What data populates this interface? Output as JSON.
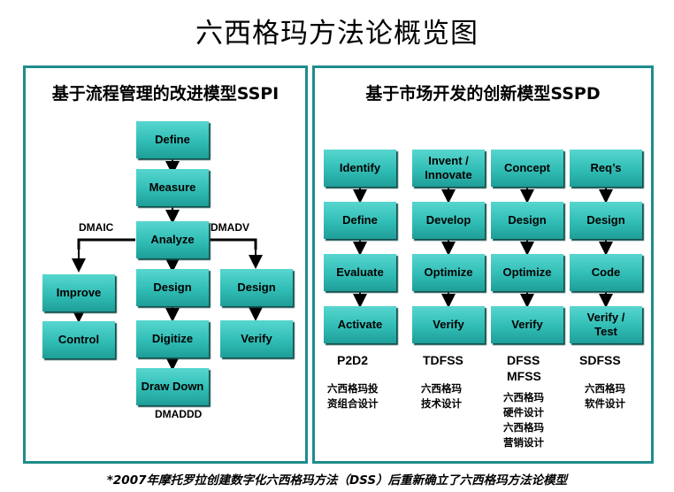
{
  "title": "六西格玛方法论概览图",
  "left": {
    "heading": "基于流程管理的改进模型SSPI",
    "center_steps": [
      "Define",
      "Measure",
      "Analyze",
      "Design",
      "Digitize",
      "Draw Down"
    ],
    "dmaic_label": "DMAIC",
    "dmaic_steps": [
      "Improve",
      "Control"
    ],
    "dmadv_label": "DMADV",
    "dmadv_steps": [
      "Design",
      "Verify"
    ],
    "dmaddd_label": "DMADDD"
  },
  "right": {
    "heading": "基于市场开发的创新模型SSPD",
    "columns": [
      {
        "steps": [
          "Identify",
          "Define",
          "Evaluate",
          "Activate"
        ],
        "code": "P2D2",
        "desc": "六西格玛投\n资组合设计"
      },
      {
        "steps": [
          "Invent /\nInnovate",
          "Develop",
          "Optimize",
          "Verify"
        ],
        "code": "TDFSS",
        "desc": "六西格玛\n技术设计"
      },
      {
        "steps": [
          "Concept",
          "Design",
          "Optimize",
          "Verify"
        ],
        "code": "DFSS\nMFSS",
        "desc": "六西格玛\n硬件设计\n六西格玛\n营销设计"
      },
      {
        "steps": [
          "Req’s",
          "Design",
          "Code",
          "Verify /\nTest"
        ],
        "code": "SDFSS",
        "desc": "六西格玛\n软件设计"
      }
    ]
  },
  "footer": "*2007年摩托罗拉创建数字化六西格玛方法（DSS）后重新确立了六西格玛方法论模型"
}
